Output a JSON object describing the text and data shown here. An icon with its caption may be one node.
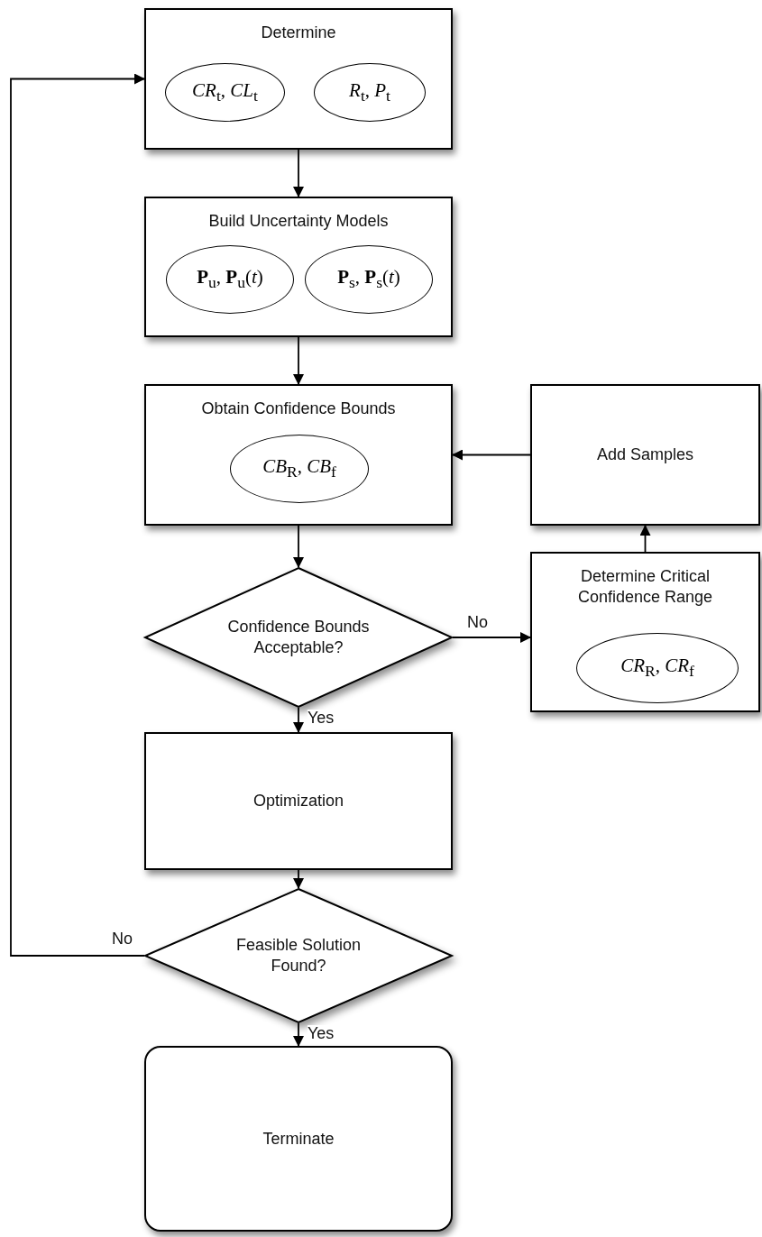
{
  "diagram": {
    "nodes": [
      {
        "text": [
          "Determine"
        ]
      },
      {
        "text": [
          "*CR*$_{t}$, *CL*$_{t}$"
        ],
        "in": 0
      },
      {
        "text": [
          "*R*$_{t}$, *P*$_{t}$"
        ],
        "in": 0
      },
      {
        "text": [
          "Build Uncertainty Models"
        ]
      },
      {
        "text": [
          "**P**$_{u}$, **P**$_{u}$(*t*)"
        ],
        "in": 3
      },
      {
        "text": [
          "**P**$_{s}$, **P**$_{s}$(*t*)"
        ],
        "in": 3
      },
      {
        "text": [
          "Obtain Confidence Bounds"
        ]
      },
      {
        "text": [
          "*CB*$_{R}$, *CB*$_{f}$"
        ],
        "in": 6
      },
      {
        "text": [
          "Add Samples"
        ]
      },
      {
        "text": [
          "Confidence Bounds Acceptable?"
        ]
      },
      {
        "text": [
          "Determine Critical Confidence Range"
        ]
      },
      {
        "text": [
          "*CR*$_{R}$, *CR*$_{f}$"
        ],
        "in": 10
      },
      {
        "text": [
          "Optimization"
        ]
      },
      {
        "text": [
          "Feasible Solution Found?"
        ]
      },
      {
        "text": [
          "Terminate"
        ]
      }
    ],
    "edges": [
      {
        "from": 0,
        "to": 3,
        "arrow": "to"
      },
      {
        "from": 3,
        "to": 6,
        "arrow": "to"
      },
      {
        "from": 6,
        "to": 9,
        "arrow": "to"
      },
      {
        "from": 9,
        "to": 10,
        "arrow": "to",
        "label": "No"
      },
      {
        "from": 10,
        "to": 8,
        "arrow": "to"
      },
      {
        "from": 8,
        "to": 6,
        "arrow": "to"
      },
      {
        "from": 9,
        "to": 12,
        "arrow": "to",
        "label": "Yes"
      },
      {
        "from": 12,
        "to": 13,
        "arrow": "to"
      },
      {
        "from": 13,
        "to": 0,
        "arrow": "to",
        "label": "No"
      },
      {
        "from": 13,
        "to": 14,
        "arrow": "to",
        "label": "Yes"
      }
    ]
  }
}
